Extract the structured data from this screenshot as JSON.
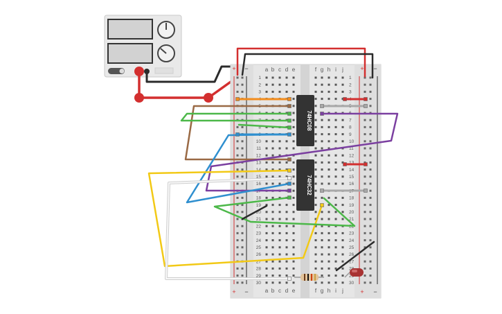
{
  "breadboard": {
    "column_letters_left": [
      "a",
      "b",
      "c",
      "d",
      "e"
    ],
    "column_letters_right": [
      "f",
      "g",
      "h",
      "i",
      "j"
    ],
    "row_count": 30,
    "rail_plus": "+",
    "rail_minus": "−"
  },
  "chips": [
    {
      "id": "u1",
      "label": "74HC08"
    },
    {
      "id": "u2",
      "label": "74HC32"
    }
  ],
  "colors": {
    "red": "#d32f2f",
    "black": "#2b2b2b",
    "orange": "#f28c1c",
    "green": "#4cb849",
    "brown": "#9a6a45",
    "blue": "#2f8fcf",
    "purple": "#7b3fa0",
    "yellow": "#f2c916",
    "white": "#f4f4f4",
    "gray": "#a8a8a8"
  }
}
